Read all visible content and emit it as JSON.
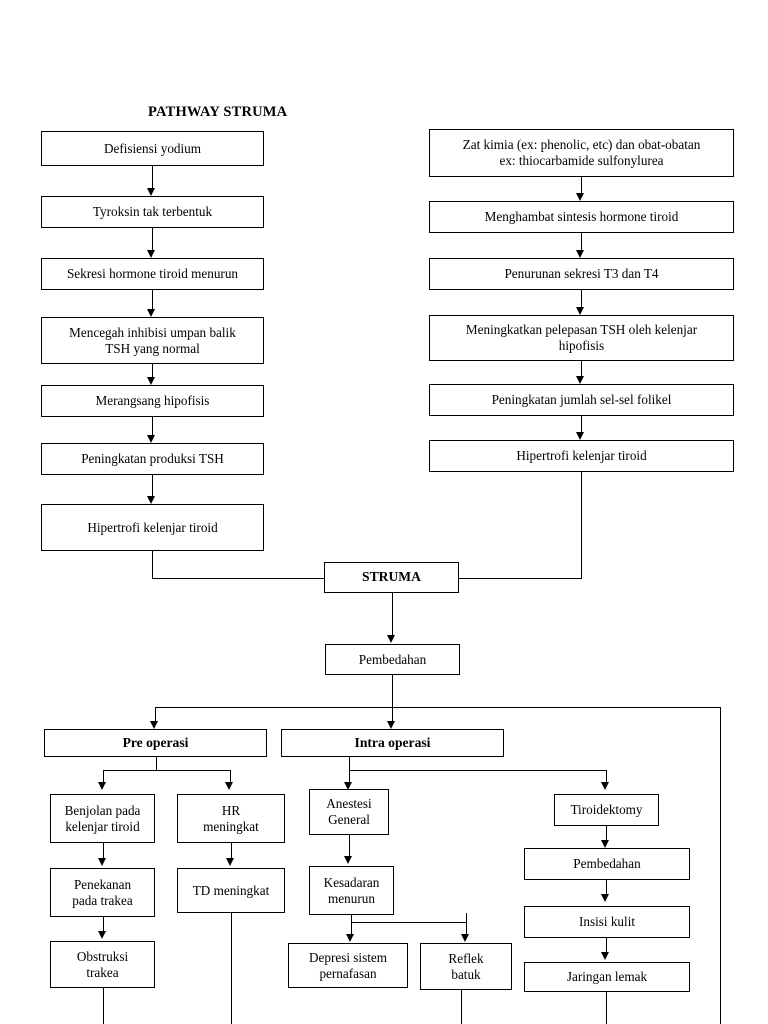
{
  "document": {
    "title": "PATHWAY STRUMA",
    "background_color": "#ffffff",
    "line_color": "#000000",
    "text_color": "#000000"
  },
  "diagram": {
    "type": "flowchart",
    "orientation": "top-to-bottom",
    "left_branch": {
      "name": "Defisiensi yodium pathway",
      "nodes": [
        {
          "id": "L1",
          "label": "Defisiensi yodium"
        },
        {
          "id": "L2",
          "label": "Tyroksin tak terbentuk"
        },
        {
          "id": "L3",
          "label": "Sekresi hormone tiroid menurun"
        },
        {
          "id": "L4",
          "label": "Mencegah inhibisi umpan balik\nTSH yang normal"
        },
        {
          "id": "L5",
          "label": "Merangsang hipofisis"
        },
        {
          "id": "L6",
          "label": "Peningkatan produksi TSH"
        },
        {
          "id": "L7",
          "label": "Hipertrofi kelenjar tiroid"
        }
      ]
    },
    "right_branch": {
      "name": "Zat kimia pathway",
      "nodes": [
        {
          "id": "R1",
          "label": "Zat kimia (ex: phenolic, etc) dan obat-obatan\nex: thiocarbamide sulfonylurea"
        },
        {
          "id": "R2",
          "label": "Menghambat sintesis hormone tiroid"
        },
        {
          "id": "R3",
          "label": "Penurunan sekresi T3 dan T4"
        },
        {
          "id": "R4",
          "label": "Meningkatkan pelepasan TSH oleh kelenjar\nhipofisis"
        },
        {
          "id": "R5",
          "label": "Peningkatan jumlah sel-sel folikel"
        },
        {
          "id": "R6",
          "label": "Hipertrofi kelenjar tiroid"
        }
      ]
    },
    "junction": {
      "struma": "STRUMA",
      "pembedahan": "Pembedahan"
    },
    "phases": [
      {
        "id": "P1",
        "label": "Pre operasi"
      },
      {
        "id": "P2",
        "label": "Intra operasi"
      }
    ],
    "pre_operasi_branch": {
      "column_a": [
        {
          "id": "A1",
          "label": "Benjolan pada\nkelenjar tiroid"
        },
        {
          "id": "A2",
          "label": "Penekanan\npada trakea"
        },
        {
          "id": "A3",
          "label": "Obstruksi\ntrakea"
        }
      ],
      "column_b": [
        {
          "id": "B1",
          "label": "HR\nmeningkat"
        },
        {
          "id": "B2",
          "label": "TD meningkat"
        }
      ]
    },
    "intra_operasi_branch": {
      "column_c": [
        {
          "id": "C1",
          "label": "Anestesi\nGeneral"
        },
        {
          "id": "C2",
          "label": "Kesadaran\nmenurun"
        },
        {
          "id": "C3",
          "label": "Depresi sistem\npernafasan"
        },
        {
          "id": "C4",
          "label": "Reflek\nbatuk"
        }
      ],
      "column_d": [
        {
          "id": "D1",
          "label": "Tiroidektomy"
        },
        {
          "id": "D2",
          "label": "Pembedahan"
        },
        {
          "id": "D3",
          "label": "Insisi kulit"
        },
        {
          "id": "D4",
          "label": "Jaringan lemak"
        }
      ]
    }
  }
}
